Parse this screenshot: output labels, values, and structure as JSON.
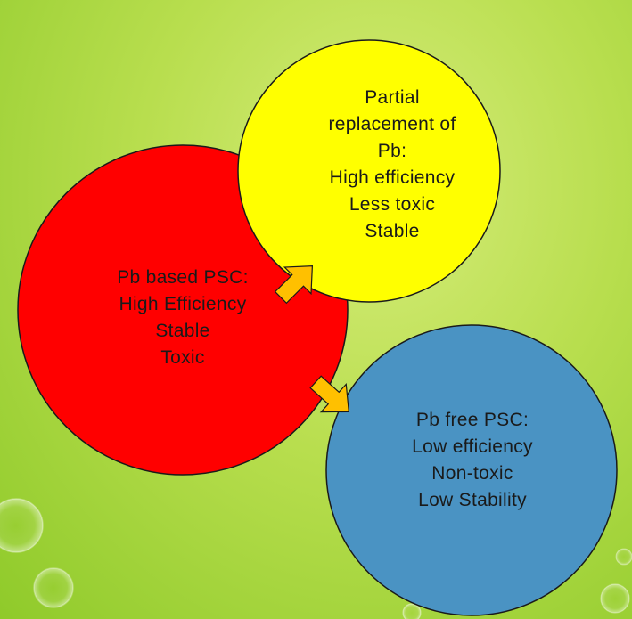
{
  "colors": {
    "background": "#a8d63c",
    "circle_red": "#ff0000",
    "circle_yellow": "#ffff00",
    "circle_blue": "#4a93c3",
    "arrow_fill": "#ffc000",
    "outline": "#1a1a1a"
  },
  "nodes": {
    "pb_based": {
      "lines": [
        "Pb based PSC:",
        "High Efficiency",
        "Stable",
        "Toxic"
      ]
    },
    "partial": {
      "lines": [
        "Partial",
        "replacement of",
        "Pb:",
        "High efficiency",
        "Less toxic",
        "Stable"
      ]
    },
    "pb_free": {
      "lines": [
        "Pb free PSC:",
        "Low efficiency",
        "Non-toxic",
        "Low Stability"
      ]
    }
  },
  "arrows": [
    {
      "from": "pb_based",
      "to": "partial"
    },
    {
      "from": "pb_based",
      "to": "pb_free"
    }
  ]
}
